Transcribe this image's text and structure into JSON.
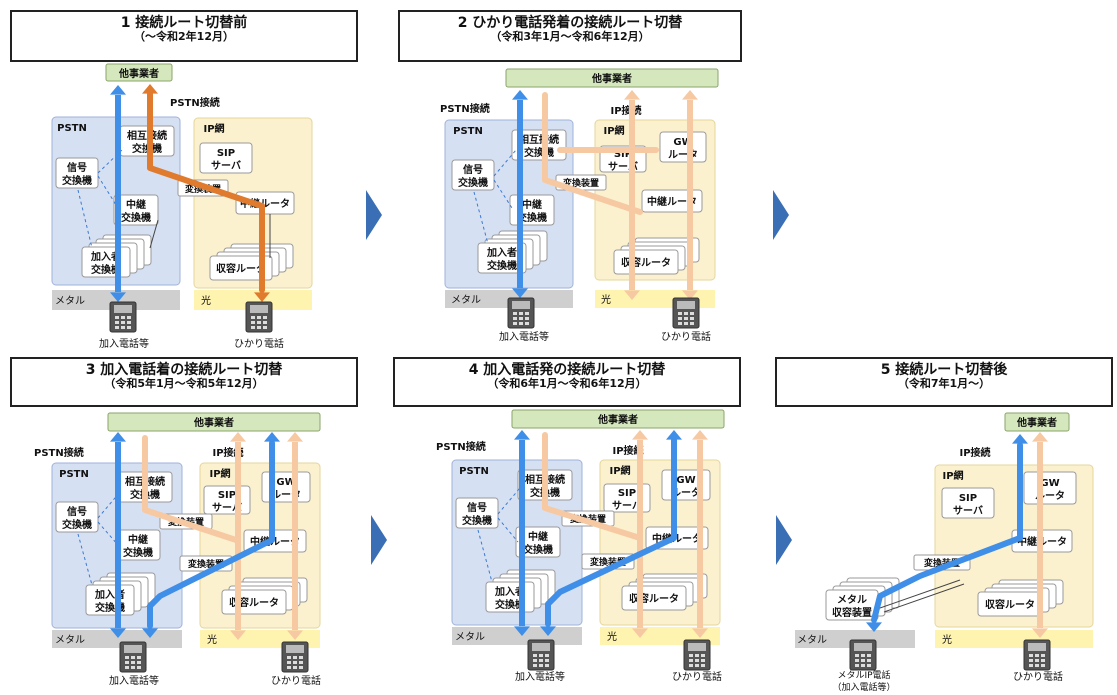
{
  "colors": {
    "pstn_bg": "#d6e0f3",
    "ip_bg": "#fbf1cf",
    "blue": "#3f8ee8",
    "orange": "#e07b2e",
    "light_orange": "#f6c9a2",
    "carrier_bg": "#d5e8bd",
    "metal_bar": "#cfcfcf",
    "light_bar": "#fff3b0"
  },
  "labels": {
    "carrier": "他事業者",
    "pstn": "PSTN",
    "ip_net": "IP網",
    "pstn_conn": "PSTN接続",
    "ip_conn": "IP接続",
    "mutual_line1": "相互接続",
    "mutual_line2": "交換機",
    "signal_line1": "信号",
    "signal_line2": "交換機",
    "relay_sw_line1": "中継",
    "relay_sw_line2": "交換機",
    "subscriber_line1": "加入者",
    "subscriber_line2": "交換機",
    "sip_line1": "SIP",
    "sip_line2": "サーバ",
    "gw_line1": "GW",
    "gw_line2": "ルータ",
    "converter": "変換装置",
    "relay_router": "中継ルータ",
    "access_router": "収容ルータ",
    "metal": "メタル",
    "light": "光",
    "sub_phone": "加入電話等",
    "hikari_phone": "ひかり電話",
    "metal_ip_phone_line1": "メタルIP電話",
    "metal_ip_phone_line2": "（加入電話等）",
    "metal_access_line1": "メタル",
    "metal_access_line2": "収容装置"
  },
  "panels": [
    {
      "title": "1 接続ルート切替前",
      "period": "（～令和2年12月）"
    },
    {
      "title": "2 ひかり電話発着の接続ルート切替",
      "period": "（令和3年1月～令和6年12月）"
    },
    {
      "title": "3 加入電話着の接続ルート切替",
      "period": "（令和5年1月～令和5年12月）"
    },
    {
      "title": "4 加入電話発の接続ルート切替",
      "period": "（令和6年1月～令和6年12月）"
    },
    {
      "title": "5 接続ルート切替後",
      "period": "（令和7年1月～）"
    }
  ]
}
